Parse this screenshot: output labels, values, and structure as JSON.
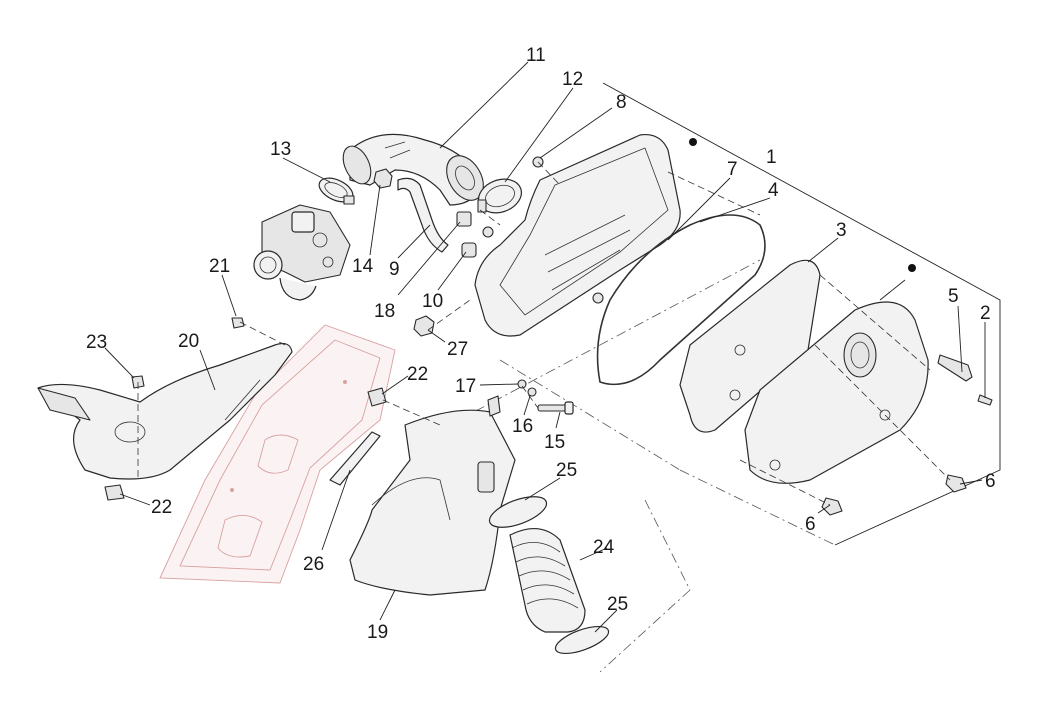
{
  "callouts": [
    {
      "id": "c1",
      "label": "1"
    },
    {
      "id": "c2",
      "label": "2"
    },
    {
      "id": "c3",
      "label": "3"
    },
    {
      "id": "c4",
      "label": "4"
    },
    {
      "id": "c5",
      "label": "5"
    },
    {
      "id": "c6a",
      "label": "6"
    },
    {
      "id": "c6b",
      "label": "6"
    },
    {
      "id": "c7",
      "label": "7"
    },
    {
      "id": "c8",
      "label": "8"
    },
    {
      "id": "c9",
      "label": "9"
    },
    {
      "id": "c10",
      "label": "10"
    },
    {
      "id": "c11",
      "label": "11"
    },
    {
      "id": "c12",
      "label": "12"
    },
    {
      "id": "c13",
      "label": "13"
    },
    {
      "id": "c14",
      "label": "14"
    },
    {
      "id": "c15",
      "label": "15"
    },
    {
      "id": "c16",
      "label": "16"
    },
    {
      "id": "c17",
      "label": "17"
    },
    {
      "id": "c18",
      "label": "18"
    },
    {
      "id": "c19",
      "label": "19"
    },
    {
      "id": "c20",
      "label": "20"
    },
    {
      "id": "c21",
      "label": "21"
    },
    {
      "id": "c22a",
      "label": "22"
    },
    {
      "id": "c22b",
      "label": "22"
    },
    {
      "id": "c23",
      "label": "23"
    },
    {
      "id": "c24",
      "label": "24"
    },
    {
      "id": "c25a",
      "label": "25"
    },
    {
      "id": "c25b",
      "label": "25"
    },
    {
      "id": "c26",
      "label": "26"
    },
    {
      "id": "c27",
      "label": "27"
    }
  ]
}
